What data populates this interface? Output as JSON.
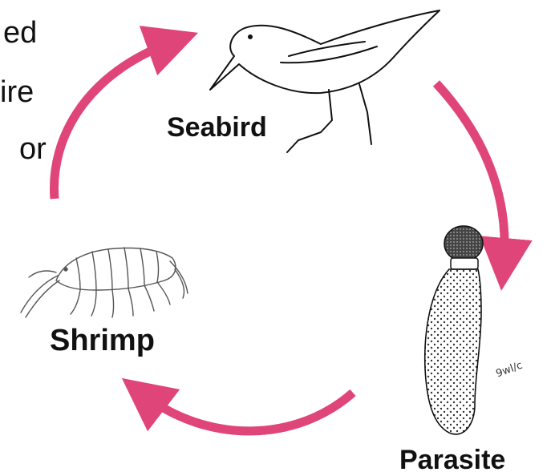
{
  "text_fragments": [
    "ed",
    "ire",
    "or"
  ],
  "labels": {
    "seabird": "Seabird",
    "parasite": "Parasite",
    "shrimp": "Shrimp"
  },
  "illustrations": {
    "seabird": "seabird-icon",
    "parasite": "parasite-icon",
    "shrimp": "shrimp-icon"
  },
  "signature": "9wl/c",
  "colors": {
    "arrow": "#e0457a",
    "ink": "#111111",
    "background": "#ffffff"
  }
}
